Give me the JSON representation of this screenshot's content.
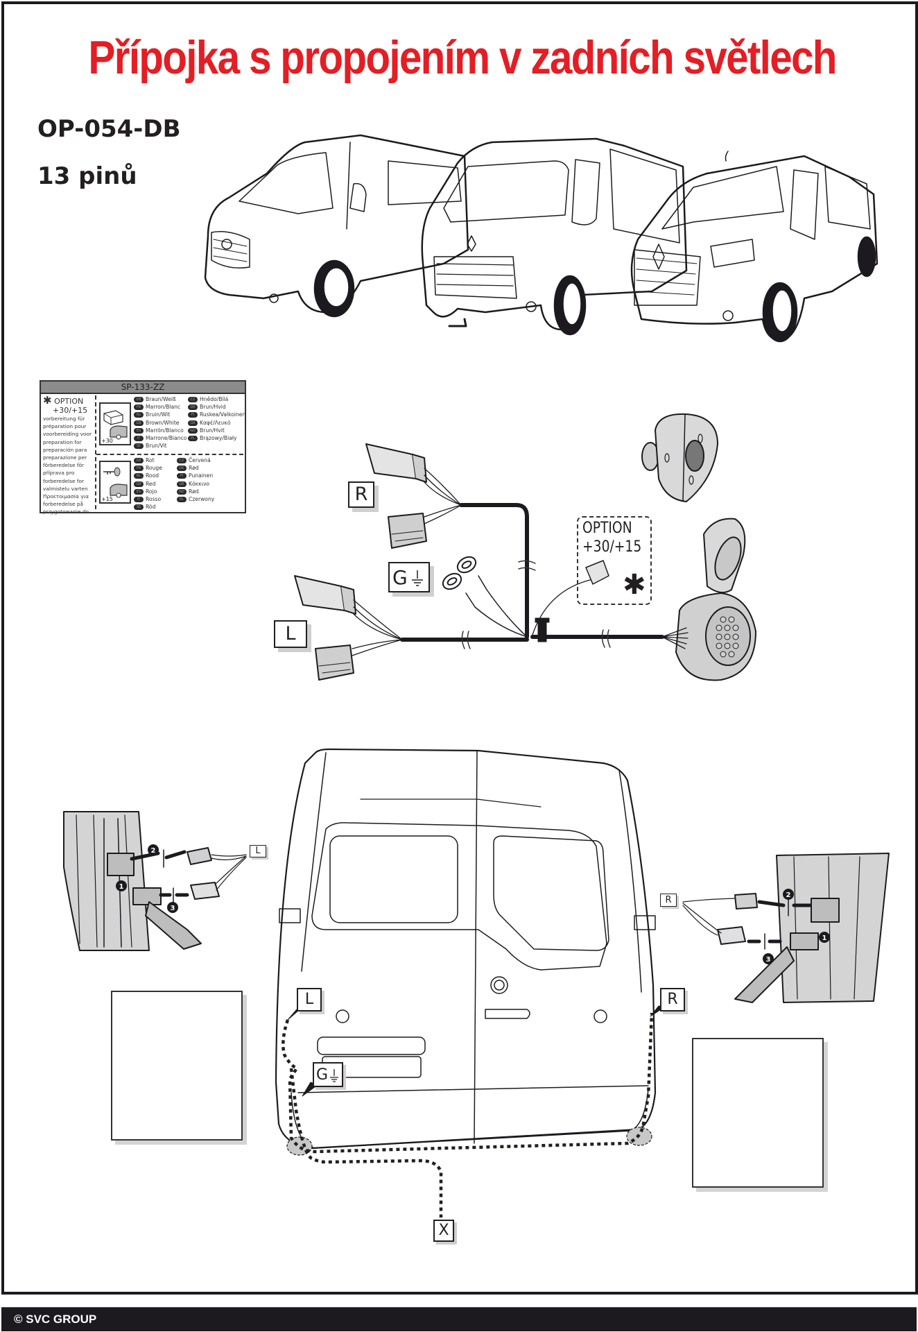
{
  "document": {
    "title": "Přípojka s propojením v zadních světlech",
    "title_color": "#e31e24",
    "product_code": "OP-054-DB",
    "pins_label": "13 pinů",
    "text_color": "#231f20"
  },
  "legend": {
    "header": "SP-133-ZZ",
    "option_title": "OPTION",
    "option_values": "+30/+15",
    "option_star": "✱",
    "preparation_lines": [
      "vorbereitung für",
      "préparation pour",
      "voorbereiding voor",
      "preparation for",
      "preparación para",
      "preparazione per",
      "förberedelse för",
      "příprava pro",
      "forberedelse for",
      "valmistelu varten",
      "Προετοιμασία για",
      "forberedelse på",
      "przygotowanie do"
    ],
    "plus30": {
      "label": "+30",
      "icon": "battery-caravan-icon",
      "colors_left": [
        {
          "lang": "DE",
          "text": "Braun/Weiß"
        },
        {
          "lang": "FR",
          "text": "Marron/Blanc"
        },
        {
          "lang": "NL",
          "text": "Bruin/Wit"
        },
        {
          "lang": "GB",
          "text": "Brown/White"
        },
        {
          "lang": "ES",
          "text": "Marrón/Blanco"
        },
        {
          "lang": "IT",
          "text": "Marrone/Bianco"
        },
        {
          "lang": "SE",
          "text": "Brun/Vit"
        }
      ],
      "colors_right": [
        {
          "lang": "CZ",
          "text": "Hnědo/Bílá"
        },
        {
          "lang": "DK",
          "text": "Brun/Hvid"
        },
        {
          "lang": "FI",
          "text": "Ruskea/Valkoinen"
        },
        {
          "lang": "GR",
          "text": "Καφέ/Λευκό"
        },
        {
          "lang": "NO",
          "text": "Brun/Hvit"
        },
        {
          "lang": "PL",
          "text": "Brązowy/Biały"
        }
      ]
    },
    "plus15": {
      "label": "+15",
      "icon": "ignition-key-caravan-icon",
      "colors_left": [
        {
          "lang": "DE",
          "text": "Rot"
        },
        {
          "lang": "FR",
          "text": "Rouge"
        },
        {
          "lang": "NL",
          "text": "Rood"
        },
        {
          "lang": "GB",
          "text": "Red"
        },
        {
          "lang": "ES",
          "text": "Rojo"
        },
        {
          "lang": "IT",
          "text": "Rosso"
        },
        {
          "lang": "SE",
          "text": "Röd"
        }
      ],
      "colors_right": [
        {
          "lang": "CZ",
          "text": "Červená"
        },
        {
          "lang": "DK",
          "text": "Rød"
        },
        {
          "lang": "FI",
          "text": "Punainen"
        },
        {
          "lang": "GR",
          "text": "Κόκκινο"
        },
        {
          "lang": "NO",
          "text": "Rød"
        },
        {
          "lang": "PL",
          "text": "Czerwony"
        }
      ]
    }
  },
  "harness": {
    "right_label": "R",
    "left_label": "L",
    "ground_label": "G",
    "option_box_title": "OPTION",
    "option_box_values": "+30/+15",
    "option_box_star": "✱",
    "socket": "13-pin socket"
  },
  "install": {
    "left_tag": "L",
    "right_tag": "R",
    "ground_tag": "G",
    "exit_tag": "X",
    "step_numbers": [
      "1",
      "2",
      "3"
    ]
  },
  "footer": {
    "copyright": "© SVC GROUP"
  }
}
